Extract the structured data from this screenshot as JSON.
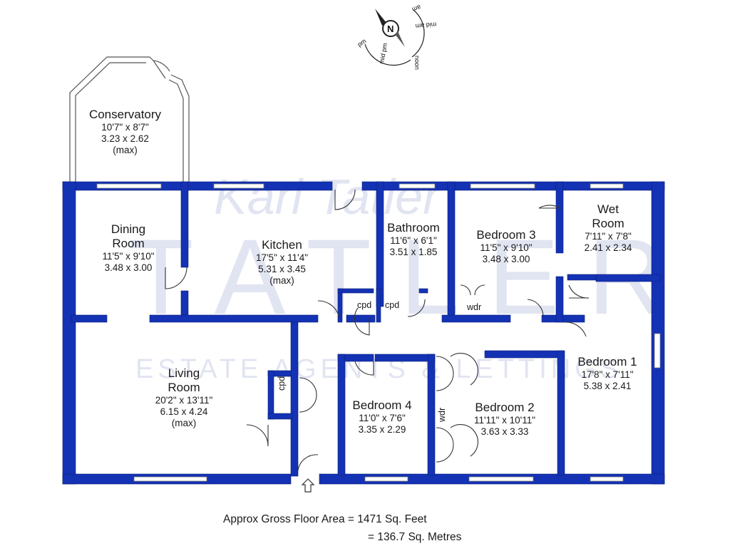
{
  "watermark": {
    "brand": "Karl Tatler",
    "subtitle": "ESTATE AGENTS & LETTINGS"
  },
  "compass": {
    "north": "N",
    "ticks": [
      "am",
      "mid am",
      "noon",
      "mid pm",
      "pm"
    ]
  },
  "rooms": [
    {
      "id": "conservatory",
      "name": "Conservatory",
      "imperial": "10'7\"  x  8'7\"",
      "metric": "3.23  x  2.62",
      "note": "(max)"
    },
    {
      "id": "dining-room",
      "name": "Dining\nRoom",
      "imperial": "11'5\"  x  9'10\"",
      "metric": "3.48  x  3.00",
      "note": ""
    },
    {
      "id": "kitchen",
      "name": "Kitchen",
      "imperial": "17'5\"  x  11'4\"",
      "metric": "5.31  x  3.45",
      "note": "(max)"
    },
    {
      "id": "bathroom",
      "name": "Bathroom",
      "imperial": "11'6\"  x  6'1\"",
      "metric": "3.51  x  1.85",
      "note": ""
    },
    {
      "id": "bedroom-3",
      "name": "Bedroom 3",
      "imperial": "11'5\"  x  9'10\"",
      "metric": "3.48  x  3.00",
      "note": ""
    },
    {
      "id": "wet-room",
      "name": "Wet\nRoom",
      "imperial": "7'11\"  x  7'8\"",
      "metric": "2.41  x  2.34",
      "note": ""
    },
    {
      "id": "living-room",
      "name": "Living\nRoom",
      "imperial": "20'2\"  x 13'11\"",
      "metric": "6.15  x  4.24",
      "note": "(max)"
    },
    {
      "id": "bedroom-4",
      "name": "Bedroom 4",
      "imperial": "11'0\"  x  7'6\"",
      "metric": "3.35  x  2.29",
      "note": ""
    },
    {
      "id": "bedroom-2",
      "name": "Bedroom 2",
      "imperial": "11'11\" x 10'11\"",
      "metric": "3.63  x  3.33",
      "note": ""
    },
    {
      "id": "bedroom-1",
      "name": "Bedroom 1",
      "imperial": "17'8\"  x  7'11\"",
      "metric": "5.38  x  2.41",
      "note": ""
    }
  ],
  "cupboards": {
    "cpd": "cpd",
    "wdr": "wdr"
  },
  "floor_area": {
    "line1": "Approx Gross Floor Area  =  1471  Sq. Feet",
    "line2": "=  136.7  Sq. Metres"
  },
  "colors": {
    "wall": "#1432b4",
    "window": "#ffffff",
    "watermark": "#c9cfe6"
  }
}
